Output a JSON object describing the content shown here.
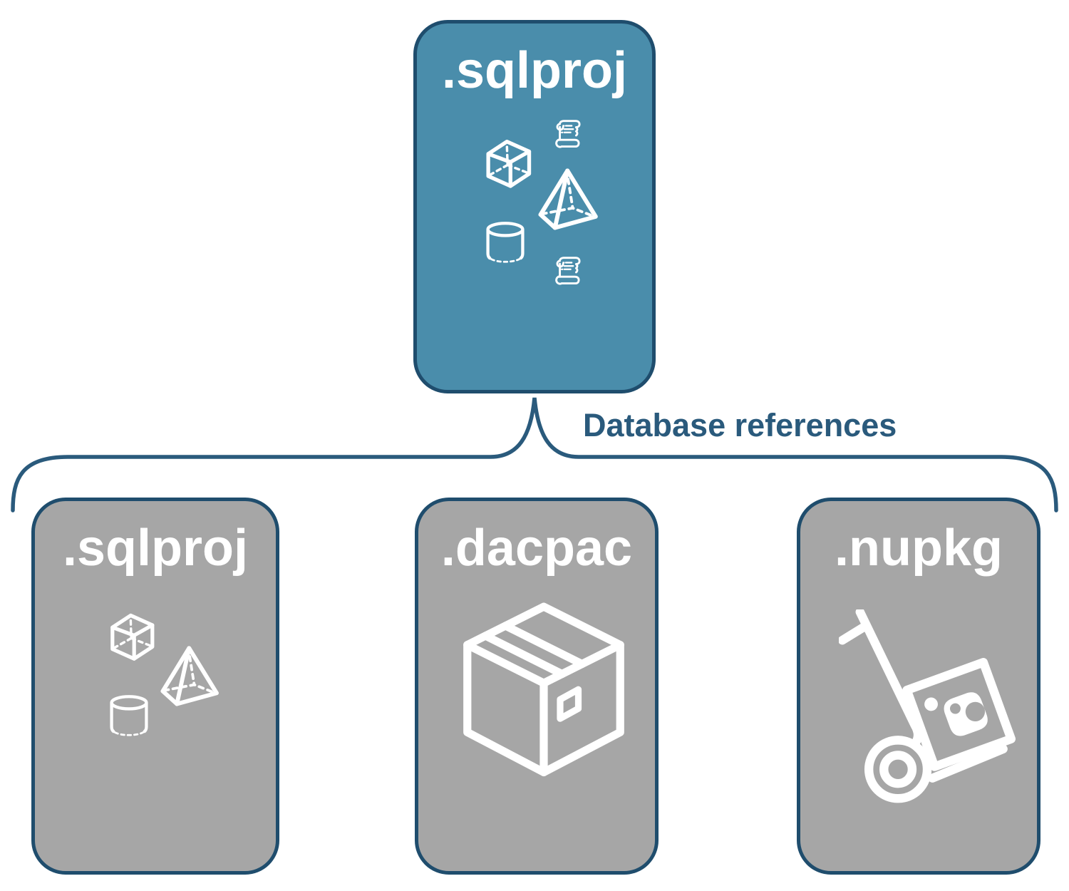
{
  "diagram": {
    "root": {
      "label": ".sqlproj",
      "icons": [
        "scroll-icon",
        "cube-icon",
        "pyramid-icon",
        "cylinder-icon",
        "scroll-icon"
      ]
    },
    "connector": {
      "label": "Database references"
    },
    "children": [
      {
        "label": ".sqlproj",
        "icons": [
          "cube-icon",
          "pyramid-icon",
          "cylinder-icon"
        ]
      },
      {
        "label": ".dacpac",
        "icons": [
          "package-box-icon"
        ]
      },
      {
        "label": ".nupkg",
        "icons": [
          "hand-truck-nuget-icon"
        ]
      }
    ],
    "colors": {
      "accent_fill": "#4a8dab",
      "gray_fill": "#a6a6a6",
      "card_border": "#1f4d6d",
      "connector_line": "#2a5a7c",
      "label_text": "#2a5a7c",
      "card_text": "#ffffff",
      "icon_stroke": "#ffffff"
    }
  }
}
